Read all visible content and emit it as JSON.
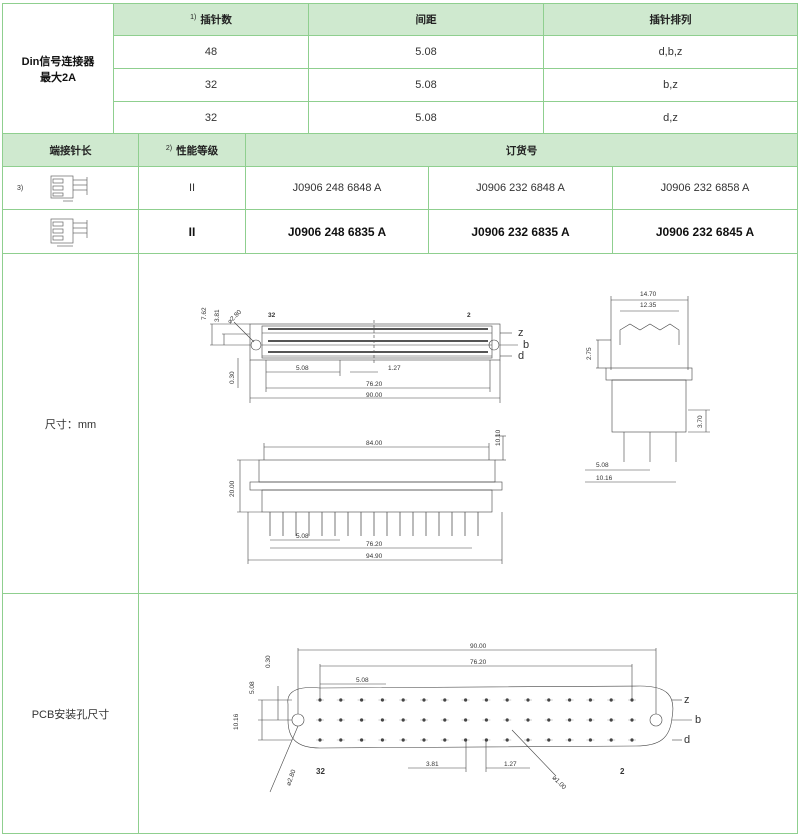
{
  "spec_table": {
    "row_label_line1": "Din信号连接器",
    "row_label_line2": "最大2A",
    "headers": [
      {
        "note": "1)",
        "label": "插针数"
      },
      {
        "note": "",
        "label": "间距"
      },
      {
        "note": "",
        "label": "插针排列"
      }
    ],
    "rows": [
      [
        "48",
        "5.08",
        "d,b,z"
      ],
      [
        "32",
        "5.08",
        "b,z"
      ],
      [
        "32",
        "5.08",
        "d,z"
      ]
    ]
  },
  "order_table": {
    "col1_header": "端接针长",
    "col2_note": "2)",
    "col2_header": "性能等级",
    "col3_header": "订货号",
    "rows": [
      {
        "note": "3)",
        "grade": "II",
        "codes": [
          "J0906 248 6848 A",
          "J0906 232 6848 A",
          "J0906 232 6858 A"
        ]
      },
      {
        "note": "",
        "grade": "II",
        "codes": [
          "J0906 248 6835 A",
          "J0906 232 6835 A",
          "J0906 232 6845 A"
        ]
      }
    ]
  },
  "dimension_section": {
    "label": "尺寸：mm",
    "front": {
      "pin_left": "32",
      "pin_right": "2",
      "d762": "7.62",
      "d381": "3.81",
      "d280": "⌀2.80",
      "d030": "0.30",
      "d508": "5.08",
      "d127": "1.27",
      "d7620": "76.20",
      "d9000": "90.00",
      "row_z": "z",
      "row_b": "b",
      "row_d": "d"
    },
    "side": {
      "d1470": "14.70",
      "d1235": "12.35",
      "d275": "2.75",
      "d370": "3.70",
      "d508": "5.08",
      "d1016": "10.16"
    },
    "bottom": {
      "d8400": "84.00",
      "d1010": "10.10",
      "d2000": "20.00",
      "d508": "5.08",
      "d7620": "76.20",
      "d9490": "94.90"
    }
  },
  "pcb_section": {
    "label": "PCB安装孔尺寸",
    "d9000": "90.00",
    "d7620": "76.20",
    "d508top": "5.08",
    "d030": "0.30",
    "d508left": "5.08",
    "d1016": "10.16",
    "d280": "⌀2.80",
    "pin_left": "32",
    "pin_right": "2",
    "d381": "3.81",
    "d127": "1.27",
    "d100": "⌀1.00",
    "row_z": "z",
    "row_b": "b",
    "row_d": "d"
  }
}
